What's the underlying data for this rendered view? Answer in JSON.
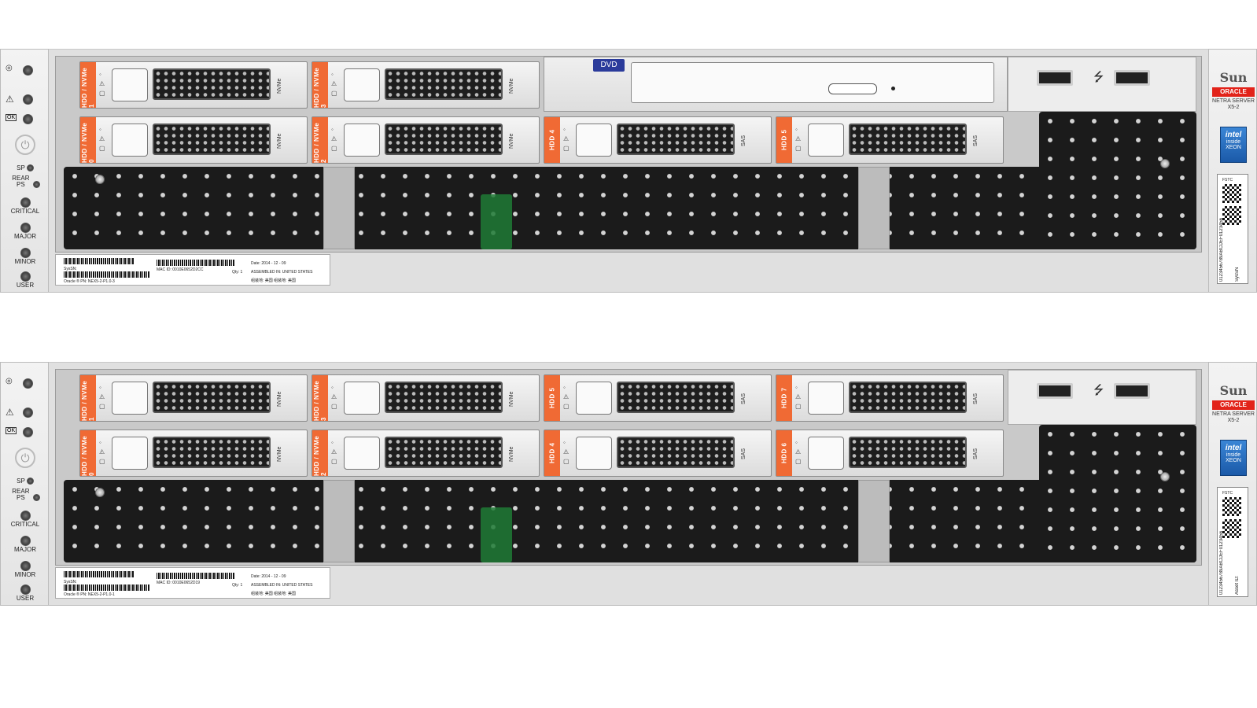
{
  "servers": [
    {
      "id": "top",
      "bays": [
        {
          "tag": "HDD / NVMe 1",
          "type": "NVMe"
        },
        {
          "tag": "HDD / NVMe 3",
          "type": "NVMe"
        },
        {
          "tag": "HDD / NVMe 0",
          "type": "NVMe"
        },
        {
          "tag": "HDD / NVMe 2",
          "type": "NVMe"
        },
        {
          "tag": "HDD 4",
          "type": "SAS"
        },
        {
          "tag": "HDD 5",
          "type": "SAS"
        }
      ],
      "dvd_label": "DVD",
      "label_strip": {
        "sys_sn": "SysSN:",
        "pn": "Oracle ® PN: NEX5-2-P1.0-3",
        "mac": "MAC ID: 0010E0652D2CC",
        "qty": "Qty: 1",
        "date": "Date: 2014 - 12 - 09",
        "assembled": "ASSEMBLED IN: UNITED STATES",
        "cn": "组装地: 美国  组装地: 美国"
      }
    },
    {
      "id": "bottom",
      "bays": [
        {
          "tag": "HDD / NVMe 1",
          "type": "NVMe"
        },
        {
          "tag": "HDD / NVMe 3",
          "type": "NVMe"
        },
        {
          "tag": "HDD 5",
          "type": "SAS"
        },
        {
          "tag": "HDD 7",
          "type": "SAS"
        },
        {
          "tag": "HDD / NVMe 0",
          "type": "NVMe"
        },
        {
          "tag": "HDD / NVMe 2",
          "type": "NVMe"
        },
        {
          "tag": "HDD 4",
          "type": "SAS"
        },
        {
          "tag": "HDD 6",
          "type": "SAS"
        }
      ],
      "label_strip": {
        "sys_sn": "SysSN:",
        "pn": "Oracle ® PN: NEX5-2-P1.0-1",
        "mac": "MAC ID: 0010E0652D19",
        "qty": "Qty: 1",
        "date": "Date: 2014 - 12 - 09",
        "assembled": "ASSEMBLED IN: UNITED STATES",
        "cn": "组装地: 美国  组装地: 美国"
      }
    }
  ],
  "front_panel": {
    "leds": [
      "SP",
      "REAR PS",
      "CRITICAL",
      "MAJOR",
      "MINOR",
      "USER"
    ],
    "icons": [
      "locate-icon",
      "service-warning-icon",
      "ok-icon",
      "power-icon"
    ]
  },
  "branding": {
    "sun": "Sun",
    "oracle": "ORACLE",
    "model": "NETRA SERVER X5-2",
    "intel_top": "intel",
    "intel_mid": "inside",
    "intel_bottom": "XEON",
    "tag_text": "0123456789ABCDEF0123456",
    "tag_small": "FSTC",
    "tag_asset": "Asset ID:",
    "tag_sysn": "SysSN"
  },
  "colors": {
    "bay_tag": "#f06a34",
    "dvd_badge": "#2b3b9b",
    "oracle_red": "#e2231a",
    "intel_blue": "#1b5aa8"
  }
}
